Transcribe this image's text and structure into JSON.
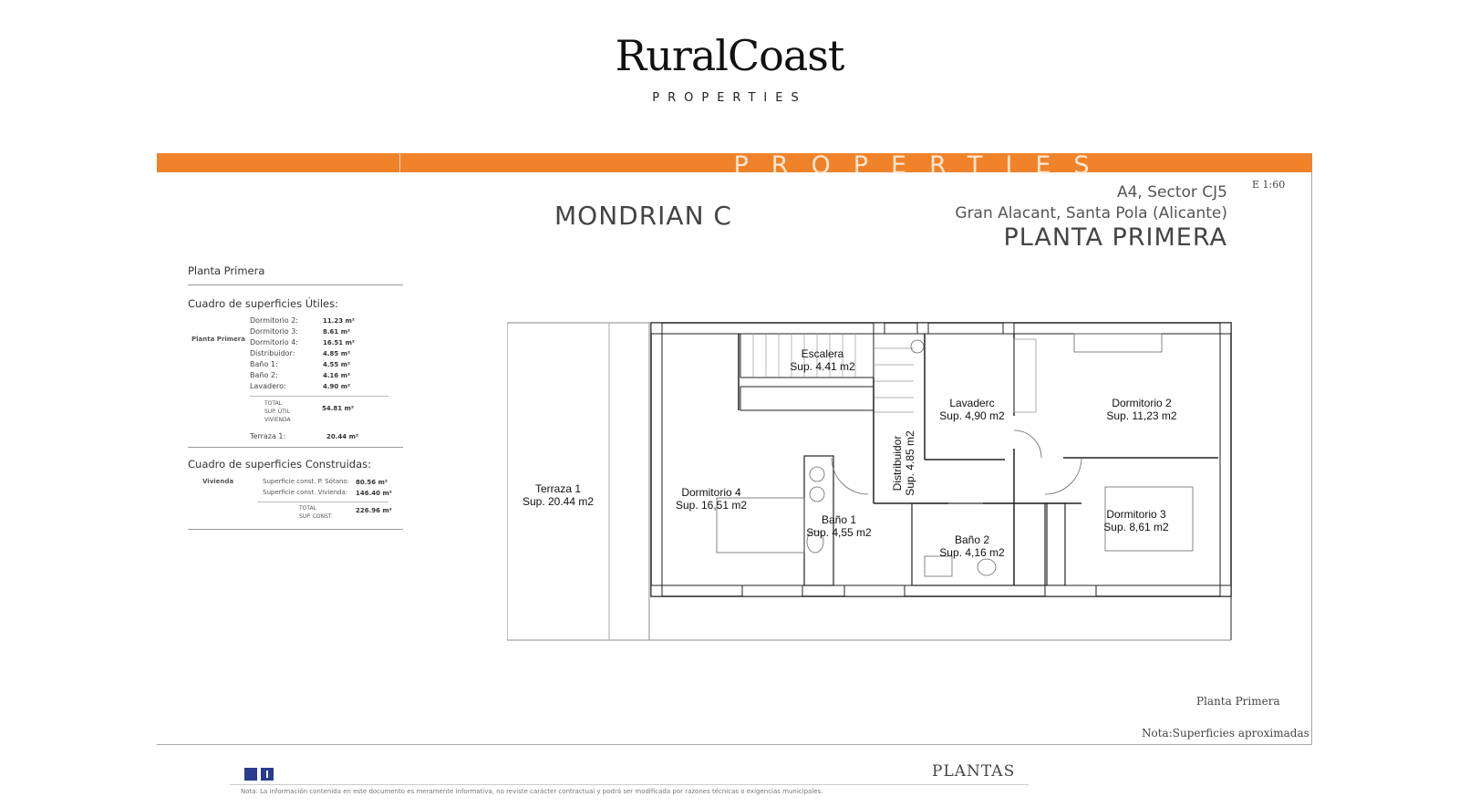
{
  "header": {
    "brand_name": "RuralCoast",
    "brand_sub": "PROPERTIES",
    "bar_text": "PROPERTIES"
  },
  "title": {
    "project": "MONDRIAN   C",
    "address_line1": "A4, Sector CJ5",
    "address_line2": "Gran Alacant, Santa Pola (Alicante)",
    "floor": "PLANTA PRIMERA",
    "scale": "E 1:60"
  },
  "sidebar": {
    "heading": "Planta Primera",
    "useful_title": "Cuadro de superficies Útiles:",
    "group_label": "Planta Primera",
    "rows": [
      {
        "label": "Dormitorio 2:",
        "value": "11.23 m²"
      },
      {
        "label": "Dormitorio 3:",
        "value": "8.61 m²"
      },
      {
        "label": "Dormitorio 4:",
        "value": "16.51 m²"
      },
      {
        "label": "Distribuidor:",
        "value": "4.85 m²"
      },
      {
        "label": "Baño 1:",
        "value": "4.55 m²"
      },
      {
        "label": "Baño 2:",
        "value": "4.16 m²"
      },
      {
        "label": "Lavadero:",
        "value": "4.90 m²"
      }
    ],
    "total_label_1": "TOTAL",
    "total_label_2": "SUP. ÚTIL",
    "total_label_3": "VIVIENDA",
    "total_value": "54.81 m²",
    "terrace_label": "Terraza 1:",
    "terrace_value": "20.44 m²",
    "built_title": "Cuadro de superficies Construidas:",
    "built_group": "Vivienda",
    "built_rows": [
      {
        "label": "Superficie const. P. Sótano:",
        "value": "80.56 m²"
      },
      {
        "label": "Superficie const. Vivienda:",
        "value": "146.40 m²"
      }
    ],
    "built_total_1": "TOTAL",
    "built_total_2": "SUP. CONST.",
    "built_total_value": "226.96 m²"
  },
  "rooms": [
    {
      "name": "Escalera",
      "area": "Sup. 4.41 m2"
    },
    {
      "name": "Lavaderc",
      "area": "Sup. 4,90 m2"
    },
    {
      "name": "Dormitorio 2",
      "area": "Sup. 11,23 m2"
    },
    {
      "name": "Terraza 1",
      "area": "Sup. 20.44 m2"
    },
    {
      "name": "Dormitorio 4",
      "area": "Sup. 16,51 m2"
    },
    {
      "name": "Baño 1",
      "area": "Sup. 4,55 m2"
    },
    {
      "name": "Baño 2",
      "area": "Sup. 4,16 m2"
    },
    {
      "name": "Dormitorio 3",
      "area": "Sup. 8,61 m2"
    },
    {
      "name": "Distribuidor",
      "area": "Sup. 4.85 m2"
    }
  ],
  "footer": {
    "section": "PLANTAS",
    "caption": "Planta Primera",
    "note": "Nota:Superficies aproximadas",
    "disclaimer": "Nota: La información contenida en este documento es meramente informativa, no reviste carácter contractual y podrá ser modificada por razones técnicas o exigencias municipales."
  },
  "colors": {
    "accent": "#f0832a",
    "brand_blue": "#2a3c8e"
  }
}
